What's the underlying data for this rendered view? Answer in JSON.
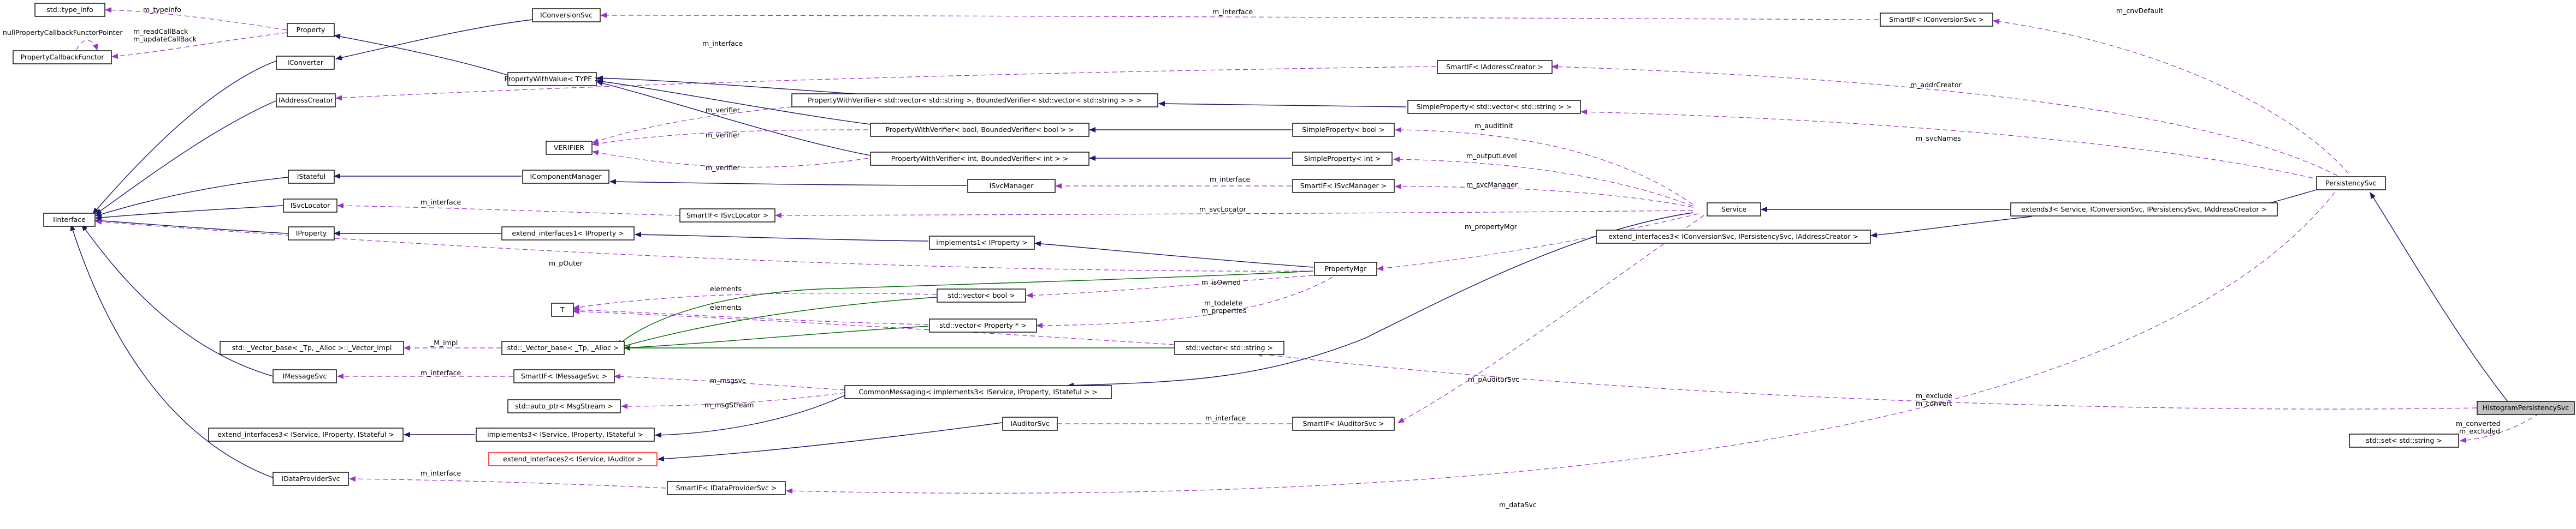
{
  "colors": {
    "inherit": "#191970",
    "usage": "#9a32cd",
    "green": "#006400",
    "root_fill": "#bfbfbf",
    "red_border": "#ff0000"
  },
  "nodes": {
    "std_type_info": "std::type_info",
    "property_callback_functor": "PropertyCallbackFunctor",
    "property": "Property",
    "iconversion_svc": "IConversionSvc",
    "smartif_iconversion_svc": "SmartIF< IConversionSvc >",
    "smartif_iaddress_creator": "SmartIF< IAddressCreator >",
    "iconverter": "IConverter",
    "iaddress_creator": "IAddressCreator",
    "property_with_value": "PropertyWithValue< TYPE >",
    "pwv_vector_string": "PropertyWithVerifier< std::vector< std::string >, BoundedVerifier< std::vector< std::string > > >",
    "simple_property_vector_string": "SimpleProperty< std::vector< std::string > >",
    "pwv_bool": "PropertyWithVerifier< bool, BoundedVerifier< bool > >",
    "simple_property_bool": "SimpleProperty< bool >",
    "verifier": "VERIFIER",
    "pwv_int": "PropertyWithVerifier< int, BoundedVerifier< int > >",
    "simple_property_int": "SimpleProperty< int >",
    "istateful": "IStateful",
    "icomponent_manager": "IComponentManager",
    "isvc_manager": "ISvcManager",
    "smartif_isvc_manager": "SmartIF< ISvcManager >",
    "interface": "IInterface",
    "isvc_locator": "ISvcLocator",
    "smartif_isvc_locator": "SmartIF< ISvcLocator >",
    "service": "Service",
    "extends3": "extends3< Service, IConversionSvc, IPersistencySvc, IAddressCreator >",
    "persistency_svc": "PersistencySvc",
    "iproperty": "IProperty",
    "extend_interfaces1_iproperty": "extend_interfaces1< IProperty >",
    "implements1_iproperty": "implements1< IProperty >",
    "extend_interfaces3_conv": "extend_interfaces3< IConversionSvc, IPersistencySvc, IAddressCreator >",
    "property_mgr": "PropertyMgr",
    "std_vector_bool": "std::vector< bool >",
    "t": "T",
    "std_vector_property": "std::vector< Property * >",
    "vector_base_impl": "std::_Vector_base< _Tp, _Alloc >::_Vector_impl",
    "vector_base": "std::_Vector_base< _Tp, _Alloc >",
    "std_vector_string": "std::vector< std::string >",
    "imessage_svc": "IMessageSvc",
    "smartif_imessage_svc": "SmartIF< IMessageSvc >",
    "common_messaging": "CommonMessaging< implements3< IService, IProperty, IStateful > >",
    "std_auto_ptr_msgstream": "std::auto_ptr< MsgStream >",
    "histogram_persistency_svc": "HistogramPersistencySvc",
    "extend_interfaces3_isvc": "extend_interfaces3< IService, IProperty, IStateful >",
    "implements3": "implements3< IService, IProperty, IStateful >",
    "iauditor_svc": "IAuditorSvc",
    "smartif_iauditor_svc": "SmartIF< IAuditorSvc >",
    "std_set_string": "std::set< std::string >",
    "extend_interfaces2": "extend_interfaces2< IService, IAuditor >",
    "idata_provider_svc": "IDataProviderSvc",
    "smartif_idata_provider_svc": "SmartIF< IDataProviderSvc >"
  },
  "edge_labels": {
    "m_typeinfo": "m_typeinfo",
    "null_property_callback": "nullPropertyCallbackFunctorPointer",
    "m_read_callback": "m_readCallBack",
    "m_update_callback": "m_updateCallBack",
    "m_interface": "m_interface",
    "m_cnv_default": "m_cnvDefault",
    "m_addr_creator": "m_addrCreator",
    "m_svc_names": "m_svcNames",
    "m_verifier": "m_verifier",
    "m_audit_init": "m_auditInit",
    "m_output_level": "m_outputLevel",
    "m_svc_manager": "m_svcManager",
    "m_svc_locator": "m_svcLocator",
    "m_property_mgr": "m_propertyMgr",
    "m_pouter": "m_pOuter",
    "elements": "elements",
    "m_is_owned": "m_isOwned",
    "m_todelete": "m_todelete",
    "m_properties": "m_properties",
    "m_impl": "_M_impl",
    "m_msgsvc": "m_msgsvc",
    "m_msg_stream": "m_msgStream",
    "m_exclude": "m_exclude",
    "m_convert": "m_convert",
    "m_pauditor_svc": "m_pAuditorSvc",
    "m_converted": "m_converted",
    "m_excluded": "m_excluded",
    "m_data_svc": "m_dataSvc"
  }
}
